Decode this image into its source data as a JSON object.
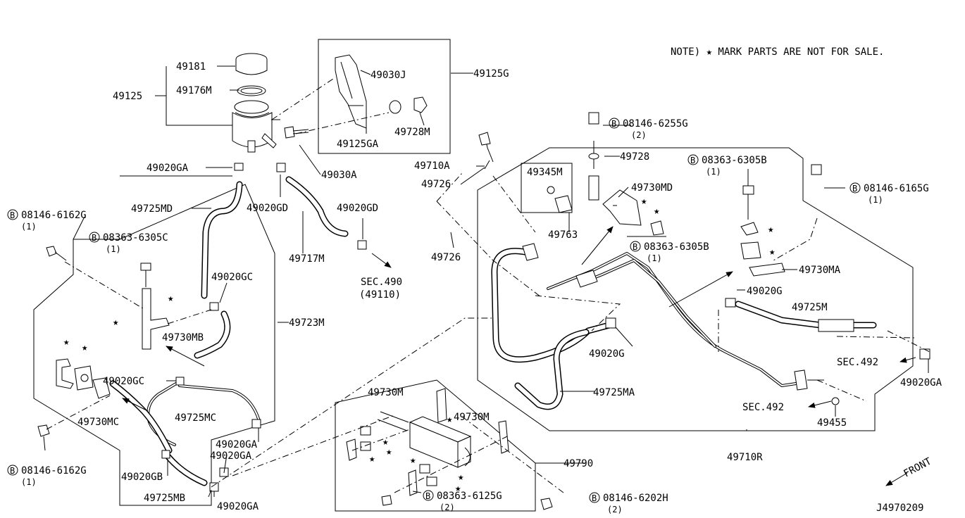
{
  "note": "NOTE) ★ MARK PARTS ARE NOT FOR SALE.",
  "diagram_id": "J4970209",
  "front_label": "FRONT",
  "callouts": {
    "p49181": "49181",
    "p49125": "49125",
    "p49176M": "49176M",
    "p49030J": "49030J",
    "p49125G": "49125G",
    "p49728M": "49728M",
    "p49125GA": "49125GA",
    "p49030A": "49030A",
    "p49020GA_top": "49020GA",
    "p49725MD": "49725MD",
    "p49020GD_a": "49020GD",
    "p49020GD_b": "49020GD",
    "p49717M": "49717M",
    "sec490": "SEC.490",
    "sec490_sub": "(49110)",
    "b08146_6162G_top": "08146-6162G",
    "b08146_6162G_top_qty": "(1)",
    "b08363_6305C": "08363-6305C",
    "b08363_6305C_qty": "(1)",
    "p49020GC_a": "49020GC",
    "p49723M": "49723M",
    "p49730MB": "49730MB",
    "p49020GC_b": "49020GC",
    "p49730MC": "49730MC",
    "p49725MC": "49725MC",
    "p49020GA_m1": "49020GA",
    "p49020GA_m2": "49020GA",
    "p49020GB": "49020GB",
    "p49725MB": "49725MB",
    "p49020GA_bot": "49020GA",
    "b08146_6162G_bot": "08146-6162G",
    "b08146_6162G_bot_qty": "(1)",
    "p49710A": "49710A",
    "p49726_a": "49726",
    "p49726_b": "49726",
    "p49345M": "49345M",
    "p49763": "49763",
    "b08146_6255G": "08146-6255G",
    "b08146_6255G_qty": "(2)",
    "p49728": "49728",
    "p49730MD": "49730MD",
    "b08363_6305B_a": "08363-6305B",
    "b08363_6305B_a_qty": "(1)",
    "b08363_6305B_b": "08363-6305B",
    "b08363_6305B_b_qty": "(1)",
    "b08146_6165G": "08146-6165G",
    "b08146_6165G_qty": "(1)",
    "p49730MA": "49730MA",
    "p49020G_a": "49020G",
    "p49725M": "49725M",
    "p49020G_b": "49020G",
    "sec492_a": "SEC.492",
    "p49020GA_r": "49020GA",
    "p49725MA": "49725MA",
    "sec492_b": "SEC.492",
    "p49455": "49455",
    "p49710R": "49710R",
    "p49730M_a": "49730M",
    "p49730M_b": "49730M",
    "p49790": "49790",
    "b08363_6125G": "08363-6125G",
    "b08363_6125G_qty": "(2)",
    "b08146_6202H": "08146-6202H",
    "b08146_6202H_qty": "(2)"
  }
}
